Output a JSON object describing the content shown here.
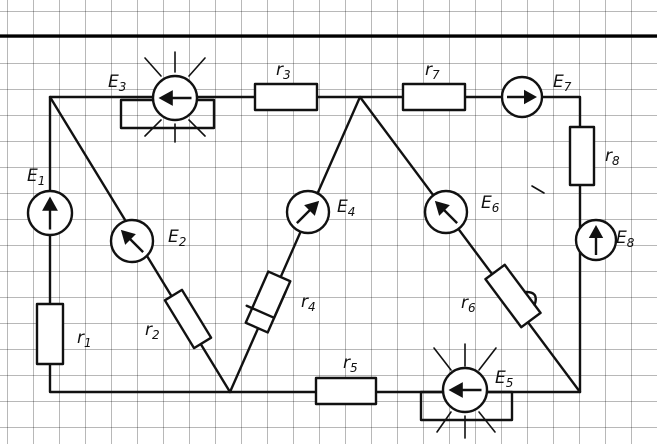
{
  "labels": {
    "e1": {
      "name": "E",
      "sub": "1"
    },
    "e2": {
      "name": "E",
      "sub": "2"
    },
    "e3": {
      "name": "E",
      "sub": "3"
    },
    "e4": {
      "name": "E",
      "sub": "4"
    },
    "e5": {
      "name": "E",
      "sub": "5"
    },
    "e6": {
      "name": "E",
      "sub": "6"
    },
    "e7": {
      "name": "E",
      "sub": "7"
    },
    "e8": {
      "name": "E",
      "sub": "8"
    },
    "r1": {
      "name": "r",
      "sub": "1"
    },
    "r2": {
      "name": "r",
      "sub": "2"
    },
    "r3": {
      "name": "r",
      "sub": "3"
    },
    "r4": {
      "name": "r",
      "sub": "4"
    },
    "r5": {
      "name": "r",
      "sub": "5"
    },
    "r6": {
      "name": "r",
      "sub": "6"
    },
    "r7": {
      "name": "r",
      "sub": "7"
    },
    "r8": {
      "name": "r",
      "sub": "8"
    }
  },
  "sources": {
    "e1": {
      "arrow": "up"
    },
    "e2": {
      "arrow": "up-left"
    },
    "e3": {
      "arrow": "left"
    },
    "e4": {
      "arrow": "up-right"
    },
    "e5": {
      "arrow": "left"
    },
    "e6": {
      "arrow": "up-left"
    },
    "e7": {
      "arrow": "right"
    },
    "e8": {
      "arrow": "up"
    }
  },
  "variable_sources": [
    "e3",
    "e5"
  ],
  "variable_resistors": [
    "r4",
    "r6"
  ],
  "colors": {
    "ink": "#111111",
    "grid": "#9a9a9a",
    "paper": "#ffffff"
  }
}
